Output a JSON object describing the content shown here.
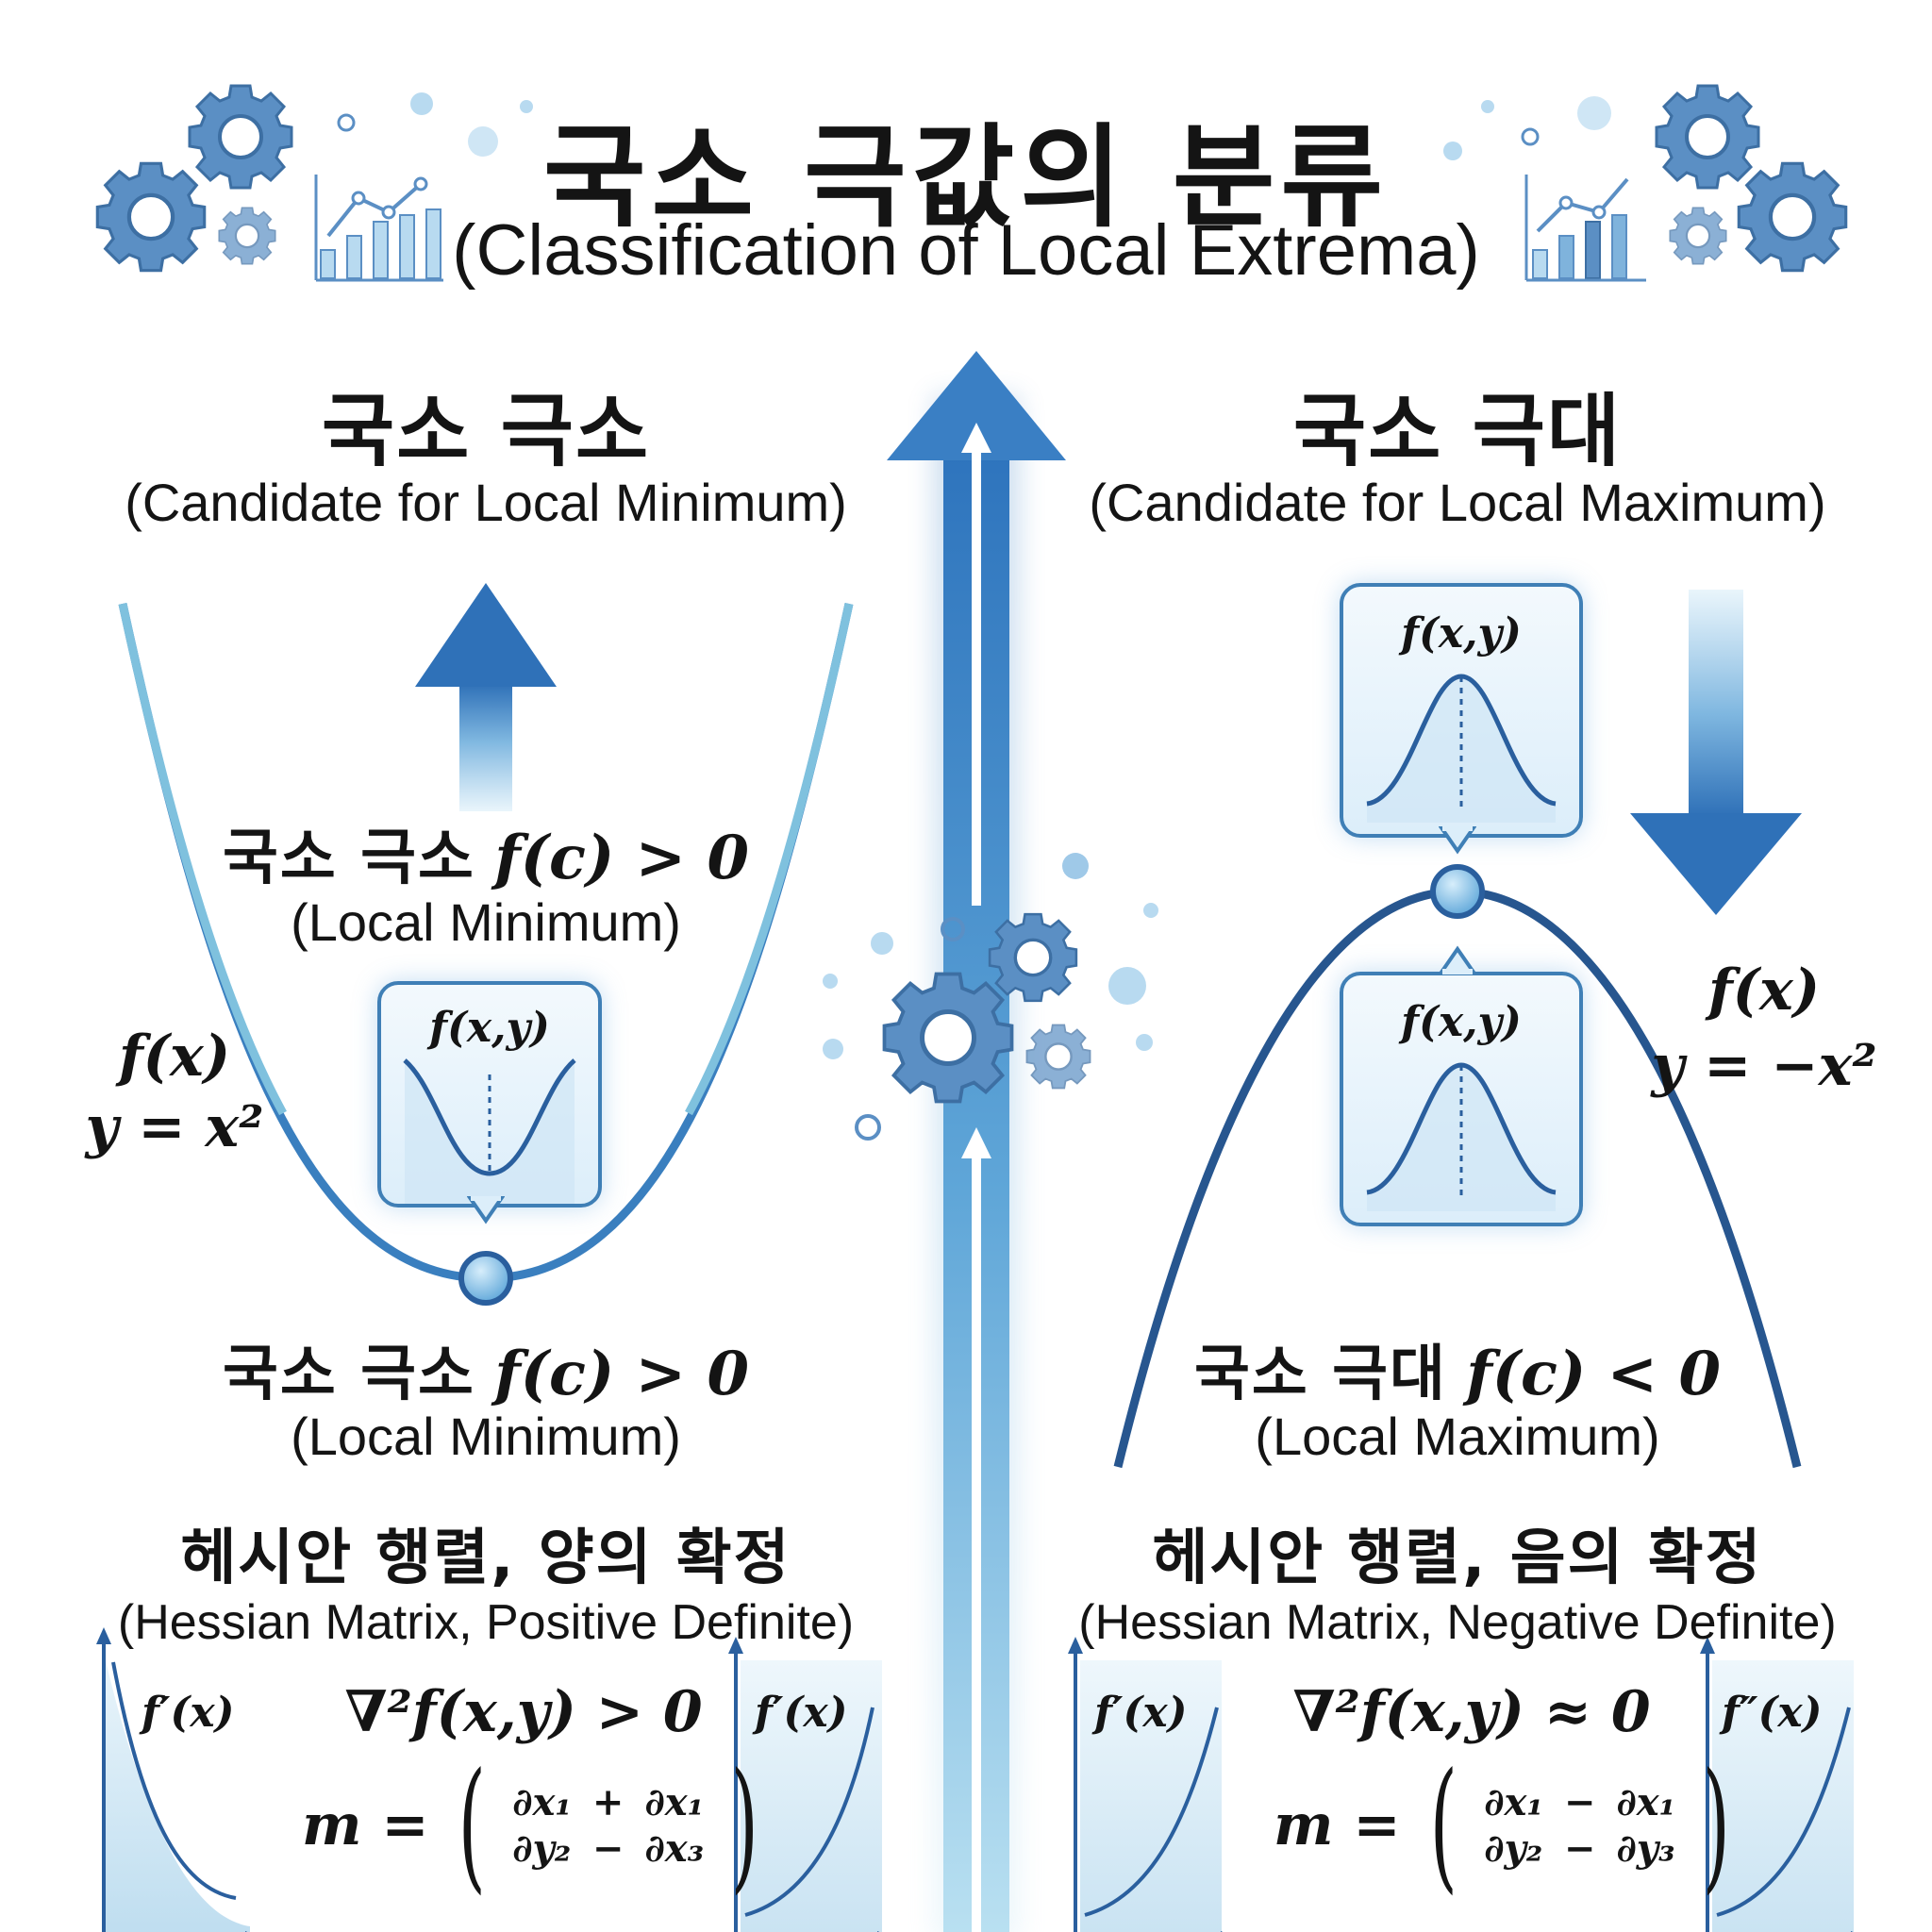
{
  "title": {
    "korean": "국소 극값의 분류",
    "english": "(Classification of Local Extrema)"
  },
  "left": {
    "heading": "국소 극소",
    "heading_sub": "(Candidate for Local Minimum)",
    "upper_condition": {
      "korean": "국소 극소",
      "math": "f(c) > 0",
      "english": "(Local Minimum)"
    },
    "card_label": "f(x,y)",
    "function_label": "f(x)",
    "equation": "y = x²",
    "lower_condition": {
      "korean": "국소 극소",
      "math": "f(c) > 0",
      "english": "(Local Minimum)"
    },
    "hessian": {
      "korean": "헤시안 행렬, 양의 확정",
      "english": "(Hessian Matrix, Positive Definite)"
    },
    "nabla": "∇²f(x,y) > 0",
    "matrix": {
      "m": "m =",
      "row1": [
        "∂x₁",
        "+",
        "∂x₁"
      ],
      "row2": [
        "∂y₂",
        "−",
        "∂x₃"
      ]
    },
    "mini_graph_left": "f′(x)",
    "mini_graph_right": "f′(x)"
  },
  "right": {
    "heading": "국소 극대",
    "heading_sub": "(Candidate for Local Maximum)",
    "card_top_label": "f(x,y)",
    "card_bottom_label": "f(x,y)",
    "function_label": "f(x)",
    "equation": "y = −x²",
    "lower_condition": {
      "korean": "국소 극대",
      "math": "f(c) < 0",
      "english": "(Local Maximum)"
    },
    "hessian": {
      "korean": "헤시안 행렬, 음의 확정",
      "english": "(Hessian Matrix, Negative Definite)"
    },
    "nabla": "∇²f(x,y) ≈ 0",
    "matrix": {
      "m": "m =",
      "row1": [
        "∂x₁",
        "−",
        "∂x₁"
      ],
      "row2": [
        "∂y₂",
        "−",
        "∂y₃"
      ]
    },
    "mini_graph_left": "f′(x)",
    "mini_graph_right": "f″(x)"
  },
  "colors": {
    "dark_blue": "#2a5f9e",
    "mid_blue": "#3f7fb6",
    "light_blue": "#7fc1de",
    "gear_blue": "#5b8fc4",
    "pale_blue": "#d8ecf8"
  },
  "icons": [
    "gear-icon",
    "bar-chart-icon",
    "up-arrow-icon",
    "down-arrow-icon"
  ]
}
